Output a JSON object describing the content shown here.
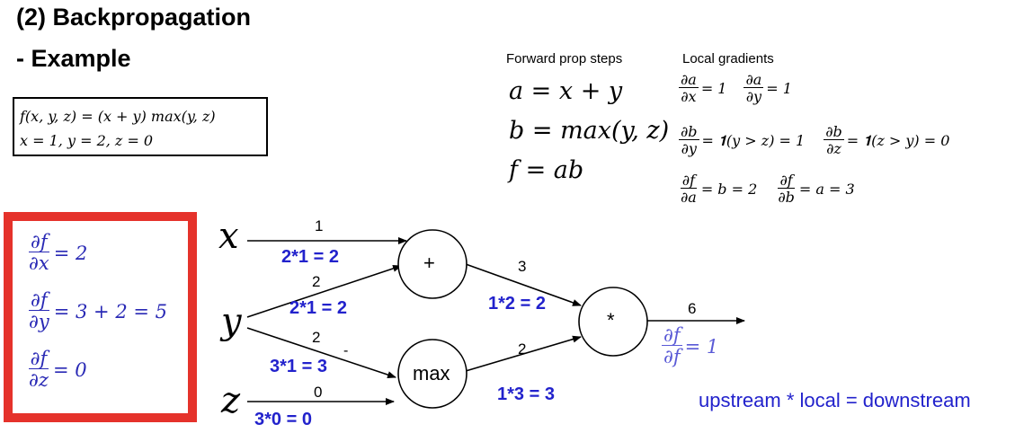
{
  "title_line1": "(2) Backpropagation",
  "title_line2": "- Example",
  "function_box": {
    "line1": "f(x, y, z) = (x + y) max(y, z)",
    "line2": "x = 1, y = 2, z = 0"
  },
  "forward": {
    "header": "Forward prop steps",
    "eq1": "a = x + y",
    "eq2": "b = max(y, z)",
    "eq3": "f = ab"
  },
  "local": {
    "header": "Local gradients",
    "r1a_num": "∂a",
    "r1a_den": "∂x",
    "r1a_rhs": "= 1",
    "r1b_num": "∂a",
    "r1b_den": "∂y",
    "r1b_rhs": "= 1",
    "r2a_num": "∂b",
    "r2a_den": "∂y",
    "r2a_rhs": "= 𝟏(y > z) = 1",
    "r2b_num": "∂b",
    "r2b_den": "∂z",
    "r2b_rhs": "= 𝟏(z > y) = 0",
    "r3a_num": "∂f",
    "r3a_den": "∂a",
    "r3a_rhs": "= b = 2",
    "r3b_num": "∂f",
    "r3b_den": "∂b",
    "r3b_rhs": "= a = 3"
  },
  "result_box": {
    "g1_num": "∂f",
    "g1_den": "∂x",
    "g1_rhs": "= 2",
    "g2_num": "∂f",
    "g2_den": "∂y",
    "g2_rhs": "= 3 + 2 = 5",
    "g3_num": "∂f",
    "g3_den": "∂z",
    "g3_rhs": "= 0"
  },
  "graph": {
    "vars": {
      "x": "x",
      "y": "y",
      "z": "z"
    },
    "nodes": {
      "plus": "+",
      "max": "max",
      "mul": "*"
    },
    "forward_values": {
      "x": "1",
      "y_plus": "2",
      "y_max": "2",
      "z": "0",
      "plus_out": "3",
      "max_out": "2",
      "f": "6"
    },
    "backward_values": {
      "x": "2*1 = 2",
      "y_plus": "2*1 = 2",
      "y_max": "3*1 = 3",
      "z": "3*0 = 0",
      "plus_out": "1*2 = 2",
      "max_out": "1*3 = 3"
    },
    "stray_mark": "-",
    "output_grad": {
      "num": "∂f",
      "den": "∂f",
      "rhs": "= 1"
    }
  },
  "caption": "upstream * local = downstream",
  "colors": {
    "blue": "#2222cc",
    "red": "#e5322b"
  }
}
